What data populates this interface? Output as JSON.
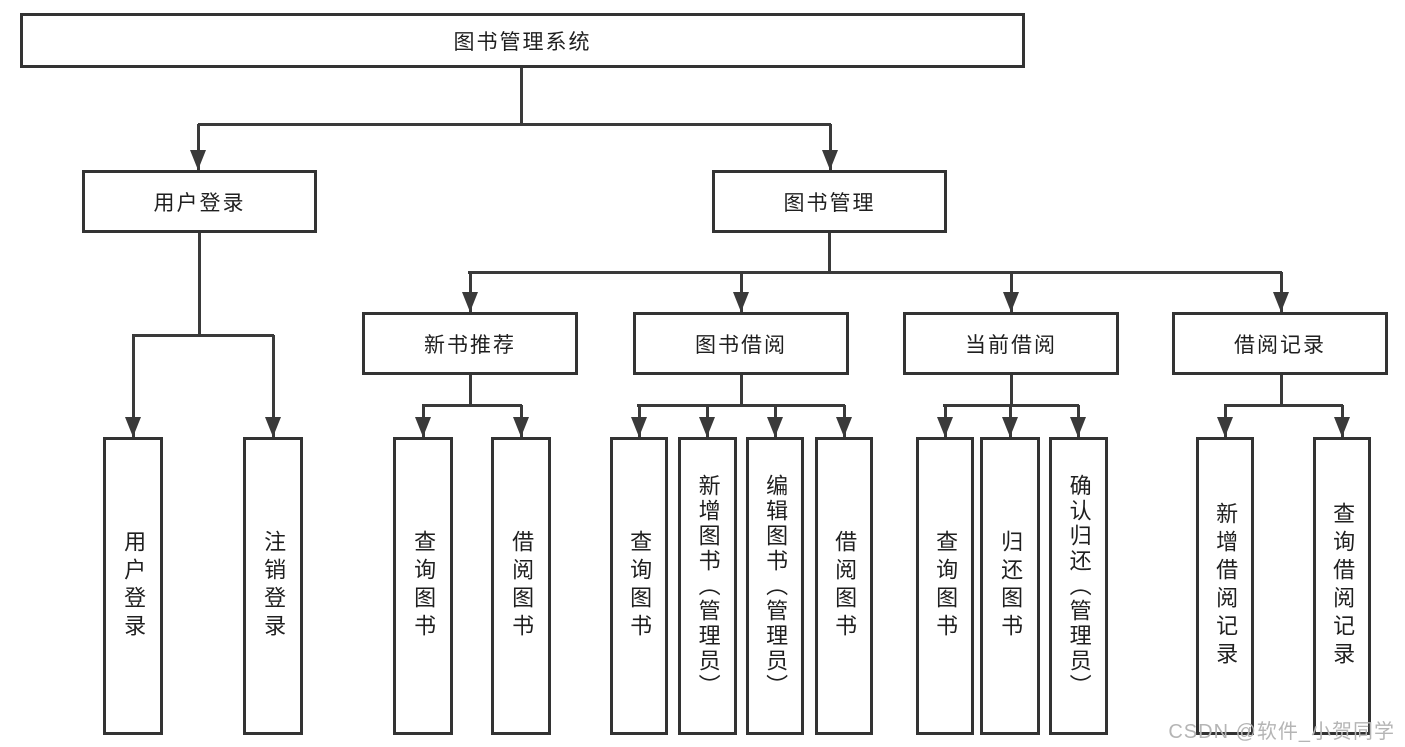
{
  "diagram": {
    "root": {
      "label": "图书管理系统"
    },
    "branches": [
      {
        "label": "用户登录"
      },
      {
        "label": "图书管理"
      }
    ],
    "modules": [
      {
        "label": "新书推荐"
      },
      {
        "label": "图书借阅"
      },
      {
        "label": "当前借阅"
      },
      {
        "label": "借阅记录"
      }
    ],
    "leaves": [
      {
        "label": "用户登录"
      },
      {
        "label": "注销登录"
      },
      {
        "label": "查询图书"
      },
      {
        "label": "借阅图书"
      },
      {
        "label": "查询图书"
      },
      {
        "label": "新增图书（管理员）"
      },
      {
        "label": "编辑图书（管理员）"
      },
      {
        "label": "借阅图书"
      },
      {
        "label": "查询图书"
      },
      {
        "label": "归还图书"
      },
      {
        "label": "确认归还（管理员）"
      },
      {
        "label": "新增借阅记录"
      },
      {
        "label": "查询借阅记录"
      }
    ],
    "watermark": "CSDN @软件_小贺同学",
    "colors": {
      "line": "#3a3a3a",
      "box_border": "#333333",
      "box_fill": "#ffffff",
      "text": "#1f1f1f",
      "watermark": "#b5b5b5",
      "background": "#ffffff"
    }
  }
}
